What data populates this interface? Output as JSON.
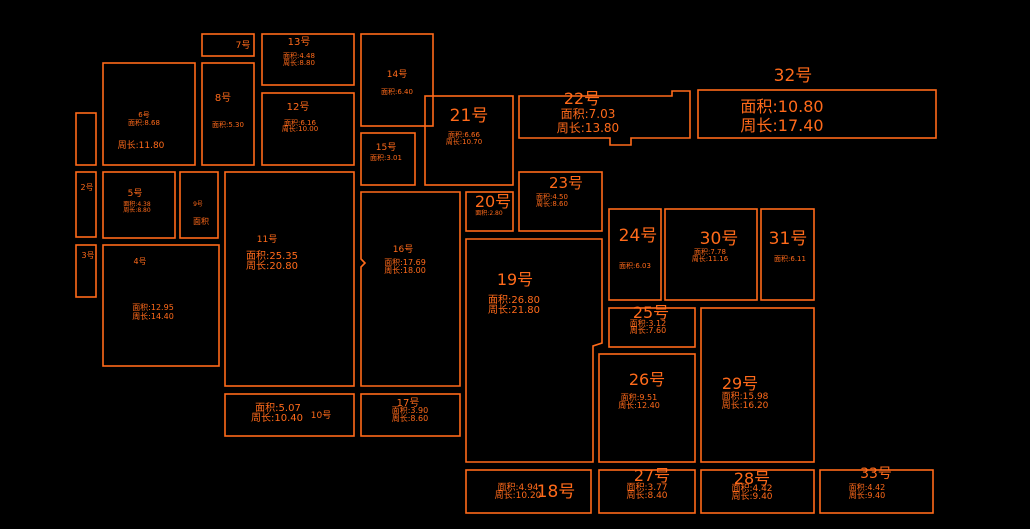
{
  "colors": {
    "background": "#000000",
    "line": "#ff6a1a"
  },
  "rooms": [
    {
      "id": "r1",
      "lines": [
        ""
      ]
    },
    {
      "id": "r2",
      "lines": [
        "2号",
        ""
      ]
    },
    {
      "id": "r3",
      "lines": [
        "3号",
        ""
      ]
    },
    {
      "id": "r4",
      "lines": [
        "4号",
        "面积:12.95",
        "周长:14.40"
      ]
    },
    {
      "id": "r5",
      "lines": [
        "5号",
        "面积:4.38",
        "周长:8.80"
      ]
    },
    {
      "id": "r6",
      "lines": [
        "6号",
        "面积:8.68",
        "周长:11.80"
      ]
    },
    {
      "id": "r7",
      "lines": [
        "",
        "7号"
      ]
    },
    {
      "id": "r8",
      "lines": [
        "8号",
        "面积:5.30"
      ]
    },
    {
      "id": "r9",
      "lines": [
        "9号",
        "面积"
      ]
    },
    {
      "id": "r10",
      "lines": [
        "面积:5.07",
        "周长:10.40",
        "10号"
      ]
    },
    {
      "id": "r11",
      "lines": [
        "11号",
        "面积:25.35",
        "周长:20.80"
      ]
    },
    {
      "id": "r12",
      "lines": [
        "12号",
        "面积:6.16",
        "周长:10.00"
      ]
    },
    {
      "id": "r13",
      "lines": [
        "13号",
        "面积:4.48",
        "周长:8.80"
      ]
    },
    {
      "id": "r14",
      "lines": [
        "14号",
        "面积:6.40"
      ]
    },
    {
      "id": "r15",
      "lines": [
        "15号",
        "面积:3.01"
      ]
    },
    {
      "id": "r16",
      "lines": [
        "16号",
        "面积:17.69",
        "周长:18.00"
      ]
    },
    {
      "id": "r17",
      "lines": [
        "17号",
        "面积:3.90",
        "周长:8.60"
      ]
    },
    {
      "id": "r18",
      "lines": [
        "面积:4.94",
        "周长:10.20",
        "18号"
      ]
    },
    {
      "id": "r19",
      "lines": [
        "19号",
        "面积:26.80",
        "周长:21.80"
      ]
    },
    {
      "id": "r20",
      "lines": [
        "20号",
        "面积:2.80"
      ]
    },
    {
      "id": "r21",
      "lines": [
        "21号",
        "面积:6.66",
        "周长:10.70"
      ]
    },
    {
      "id": "r22",
      "lines": [
        "22号",
        "面积:7.03",
        "周长:13.80"
      ]
    },
    {
      "id": "r23",
      "lines": [
        "23号",
        "面积:4.50",
        "周长:8.60"
      ]
    },
    {
      "id": "r24",
      "lines": [
        "24号",
        "面积:6.03"
      ]
    },
    {
      "id": "r25",
      "lines": [
        "25号",
        "面积:3.12",
        "周长:7.60"
      ]
    },
    {
      "id": "r26",
      "lines": [
        "26号",
        "面积:9.51",
        "周长:12.40"
      ]
    },
    {
      "id": "r27",
      "lines": [
        "27号",
        "面积:3.77",
        "周长:8.40"
      ]
    },
    {
      "id": "r28",
      "lines": [
        "28号",
        "面积:4.42",
        "周长:9.40"
      ]
    },
    {
      "id": "r29",
      "lines": [
        "29号",
        "面积:15.98",
        "周长:16.20"
      ]
    },
    {
      "id": "r30",
      "lines": [
        "30号",
        "面积:7.78",
        "周长:11.16"
      ]
    },
    {
      "id": "r31",
      "lines": [
        "31号",
        "面积:6.11"
      ]
    },
    {
      "id": "r32",
      "lines": [
        "32号",
        "面积:10.80",
        "周长:17.40"
      ]
    },
    {
      "id": "r33",
      "lines": [
        "33号",
        "面积:4.42",
        "周长:9.40"
      ]
    }
  ]
}
